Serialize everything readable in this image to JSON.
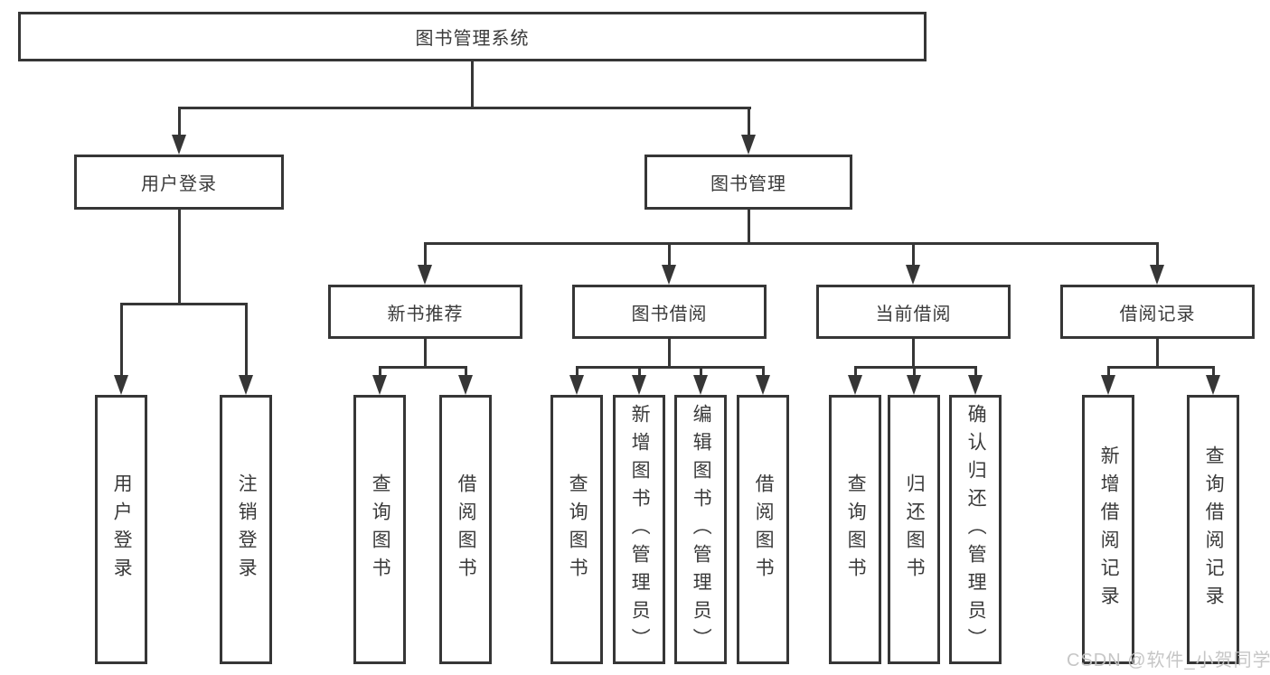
{
  "tree": {
    "label": "图书管理系统",
    "children": [
      {
        "label": "用户登录",
        "children": [
          {
            "label": "用户登录"
          },
          {
            "label": "注销登录"
          }
        ]
      },
      {
        "label": "图书管理",
        "children": [
          {
            "label": "新书推荐",
            "children": [
              {
                "label": "查询图书"
              },
              {
                "label": "借阅图书"
              }
            ]
          },
          {
            "label": "图书借阅",
            "children": [
              {
                "label": "查询图书"
              },
              {
                "label": "新增图书（管理员）"
              },
              {
                "label": "编辑图书（管理员）"
              },
              {
                "label": "借阅图书"
              }
            ]
          },
          {
            "label": "当前借阅",
            "children": [
              {
                "label": "查询图书"
              },
              {
                "label": "归还图书"
              },
              {
                "label": "确认归还（管理员）"
              }
            ]
          },
          {
            "label": "借阅记录",
            "children": [
              {
                "label": "新增借阅记录"
              },
              {
                "label": "查询借阅记录"
              }
            ]
          }
        ]
      }
    ]
  },
  "watermark": "CSDN @软件_小贺同学",
  "colors": {
    "line": "#363636",
    "box_background": "#ffffff",
    "text": "#3a3a3a",
    "watermark_text": "#c3c3c3"
  }
}
